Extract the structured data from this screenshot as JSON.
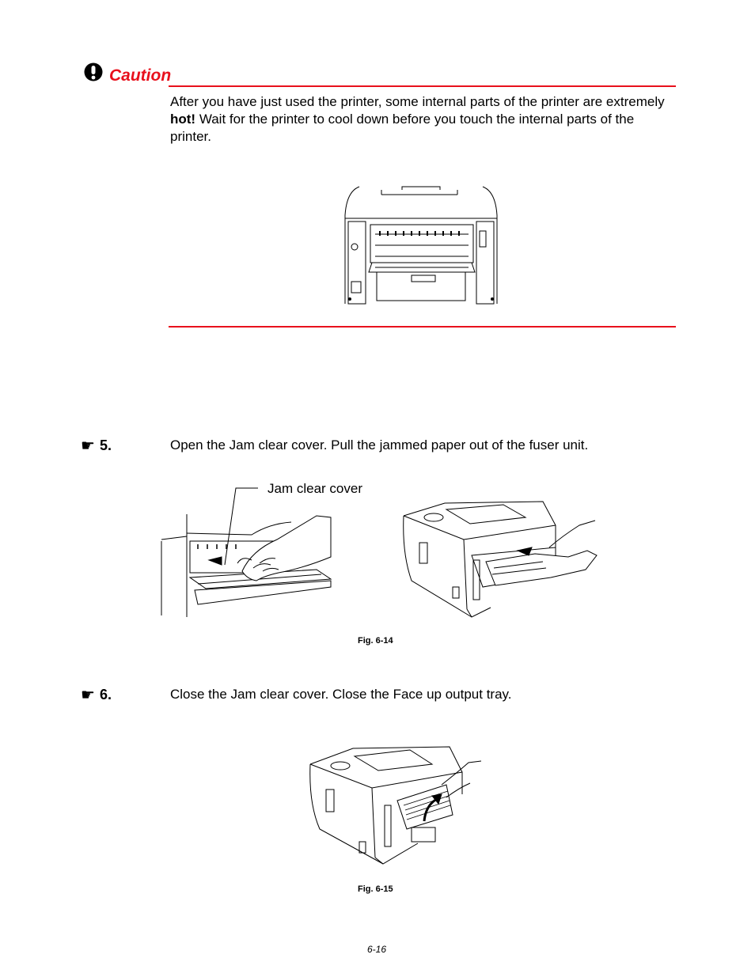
{
  "caution": {
    "title": "Caution",
    "text_before": "After you have just used the printer, some internal parts of the printer are extremely ",
    "text_bold": "hot!",
    "text_after": "  Wait for the printer to cool down before you touch the internal parts of the printer.",
    "accent_color": "#e8101c",
    "icon": "caution-exclamation-icon"
  },
  "steps": [
    {
      "number": "5.",
      "icon": "pointing-hand-icon",
      "text": "Open the Jam clear cover.  Pull the jammed paper out of the fuser unit."
    },
    {
      "number": "6.",
      "icon": "pointing-hand-icon",
      "text": "Close the Jam clear cover.  Close the Face up output tray."
    }
  ],
  "figures": {
    "fig14_callout": "Jam clear cover",
    "fig14_caption": "Fig. 6-14",
    "fig15_caption": "Fig. 6-15"
  },
  "page_number": "6-16"
}
